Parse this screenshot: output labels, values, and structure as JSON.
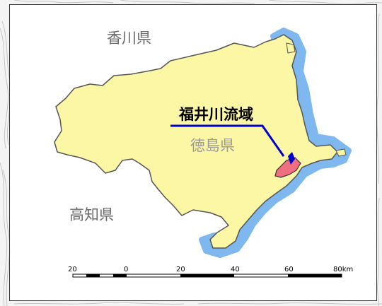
{
  "labels": {
    "kagawa": "香川県",
    "kochi": "高知県",
    "tokushima": "徳島県",
    "basin": "福井川流域"
  },
  "scale": {
    "ticks": [
      "20",
      "0",
      "20",
      "40",
      "60",
      "80km"
    ],
    "unit": "km"
  },
  "colors": {
    "prefecture_fill": "#fcf7a5",
    "prefecture_outline": "#555555",
    "sea_buffer": "#7fb8ee",
    "basin_fill": "#ee6f80",
    "river_line": "#0000cc",
    "topo_lines": "#bdbdbd"
  }
}
